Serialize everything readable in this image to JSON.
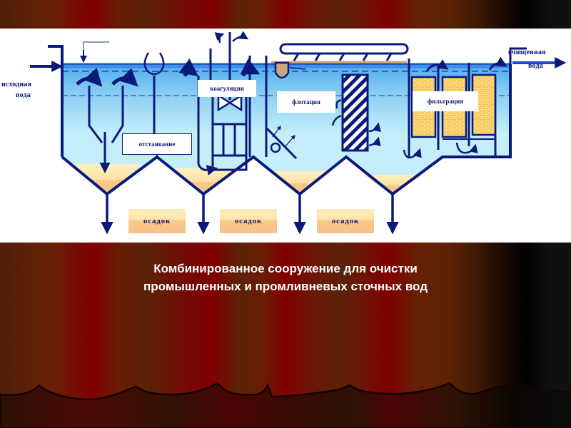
{
  "slide": {
    "caption_line1": "Комбинированное сооружение для очистки",
    "caption_line2": "промышленных и промливневых сточных вод",
    "background": "red-curtain",
    "colors": {
      "line": "#0a1a7a",
      "water_top": "#4aa8e8",
      "water_mid": "#8fd0f4",
      "water_low": "#c4eefa",
      "sludge_light": "#fdeeb8",
      "sludge_dark": "#f7c286",
      "caption_text": "#ffffff"
    }
  },
  "diagram": {
    "inlet_label_line1": "исходная",
    "inlet_label_line2": "вода",
    "outlet_label_line1": "очищенная",
    "outlet_label_line2": "вода",
    "stages": [
      {
        "name": "settling",
        "label": "отстаивание"
      },
      {
        "name": "coagulation",
        "label": "коагуляция"
      },
      {
        "name": "flotation",
        "label": "флотация"
      },
      {
        "name": "filtration",
        "label": "фильтрация"
      }
    ],
    "sludge_outlets": [
      {
        "label": "осадок"
      },
      {
        "label": "осадок"
      },
      {
        "label": "осадок"
      }
    ]
  }
}
